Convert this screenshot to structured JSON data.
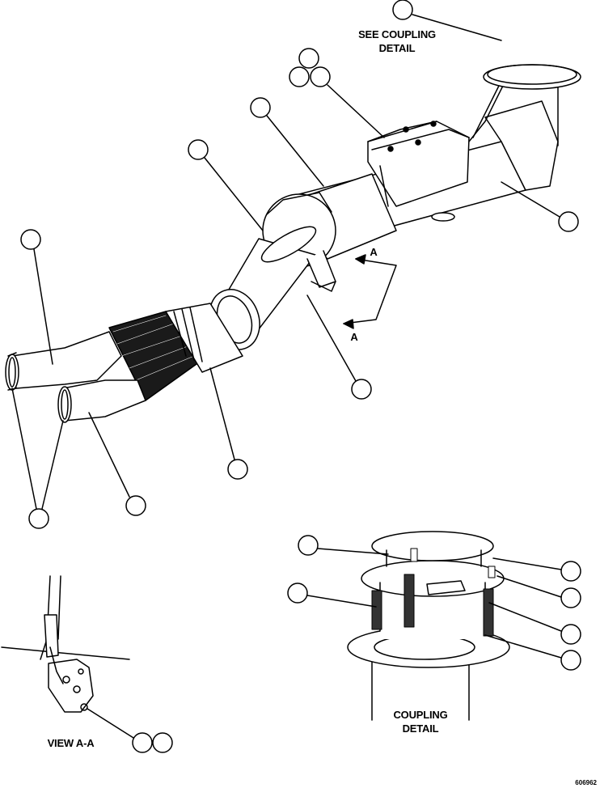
{
  "labels": {
    "see_coupling_line1": "SEE COUPLING",
    "see_coupling_line2": "DETAIL",
    "coupling_detail_line1": "COUPLING",
    "coupling_detail_line2": "DETAIL",
    "view_aa": "VIEW A-A",
    "arrow_a_upper": "A",
    "arrow_a_lower": "A",
    "figure_id": "606962"
  },
  "colors": {
    "ink": "#000000",
    "paper": "#ffffff",
    "bellows": "#1a1a1a"
  }
}
